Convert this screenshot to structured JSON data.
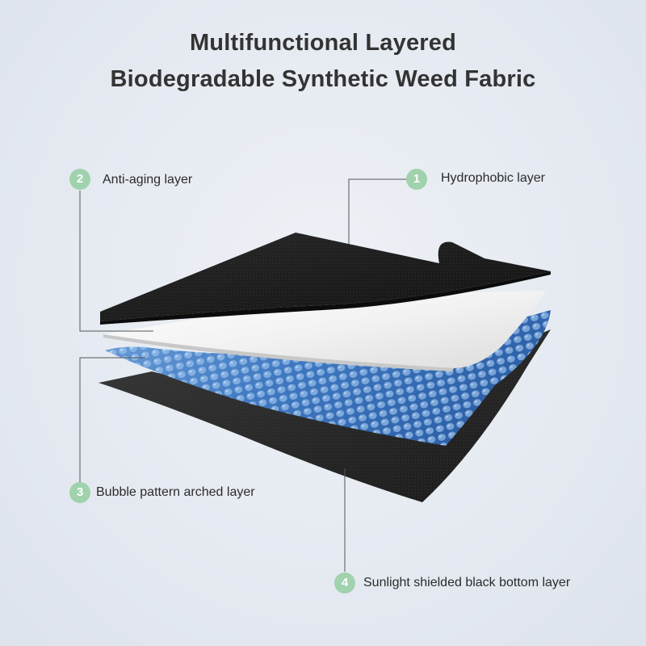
{
  "title": {
    "line1": "Multifunctional Layered",
    "line2": "Biodegradable Synthetic Weed Fabric"
  },
  "callouts": [
    {
      "number": "1",
      "label": "Hydrophobic layer"
    },
    {
      "number": "2",
      "label": "Anti-aging layer"
    },
    {
      "number": "3",
      "label": "Bubble pattern arched layer"
    },
    {
      "number": "4",
      "label": "Sunlight shielded black bottom layer"
    }
  ],
  "colors": {
    "badge": "#9fd2ad",
    "black_layer": "#1c1c1c",
    "white_layer": "#f4f4f4",
    "bubble_layer": "#4f86c9",
    "bottom_layer": "#2a2a2a"
  }
}
